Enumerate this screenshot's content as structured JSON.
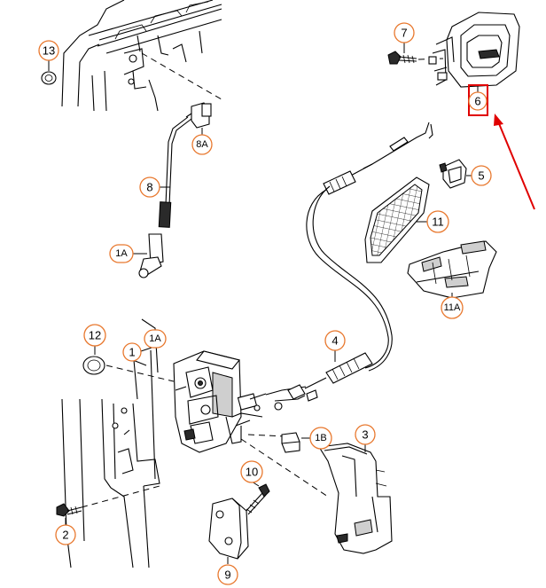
{
  "callouts": {
    "c13": "13",
    "c8A": "8A",
    "c8": "8",
    "c1A_top": "1A",
    "c7": "7",
    "c6": "6",
    "c5": "5",
    "c11": "11",
    "c11A": "11A",
    "c12": "12",
    "c1": "1",
    "c1A_mid": "1A",
    "c4": "4",
    "c1B": "1B",
    "c3": "3",
    "c10": "10",
    "c2": "2",
    "c9": "9"
  },
  "highlight": {
    "part": "6",
    "box_color": "#e00000",
    "arrow_color": "#e00000"
  },
  "colors": {
    "callout_ring": "#e8782e"
  }
}
